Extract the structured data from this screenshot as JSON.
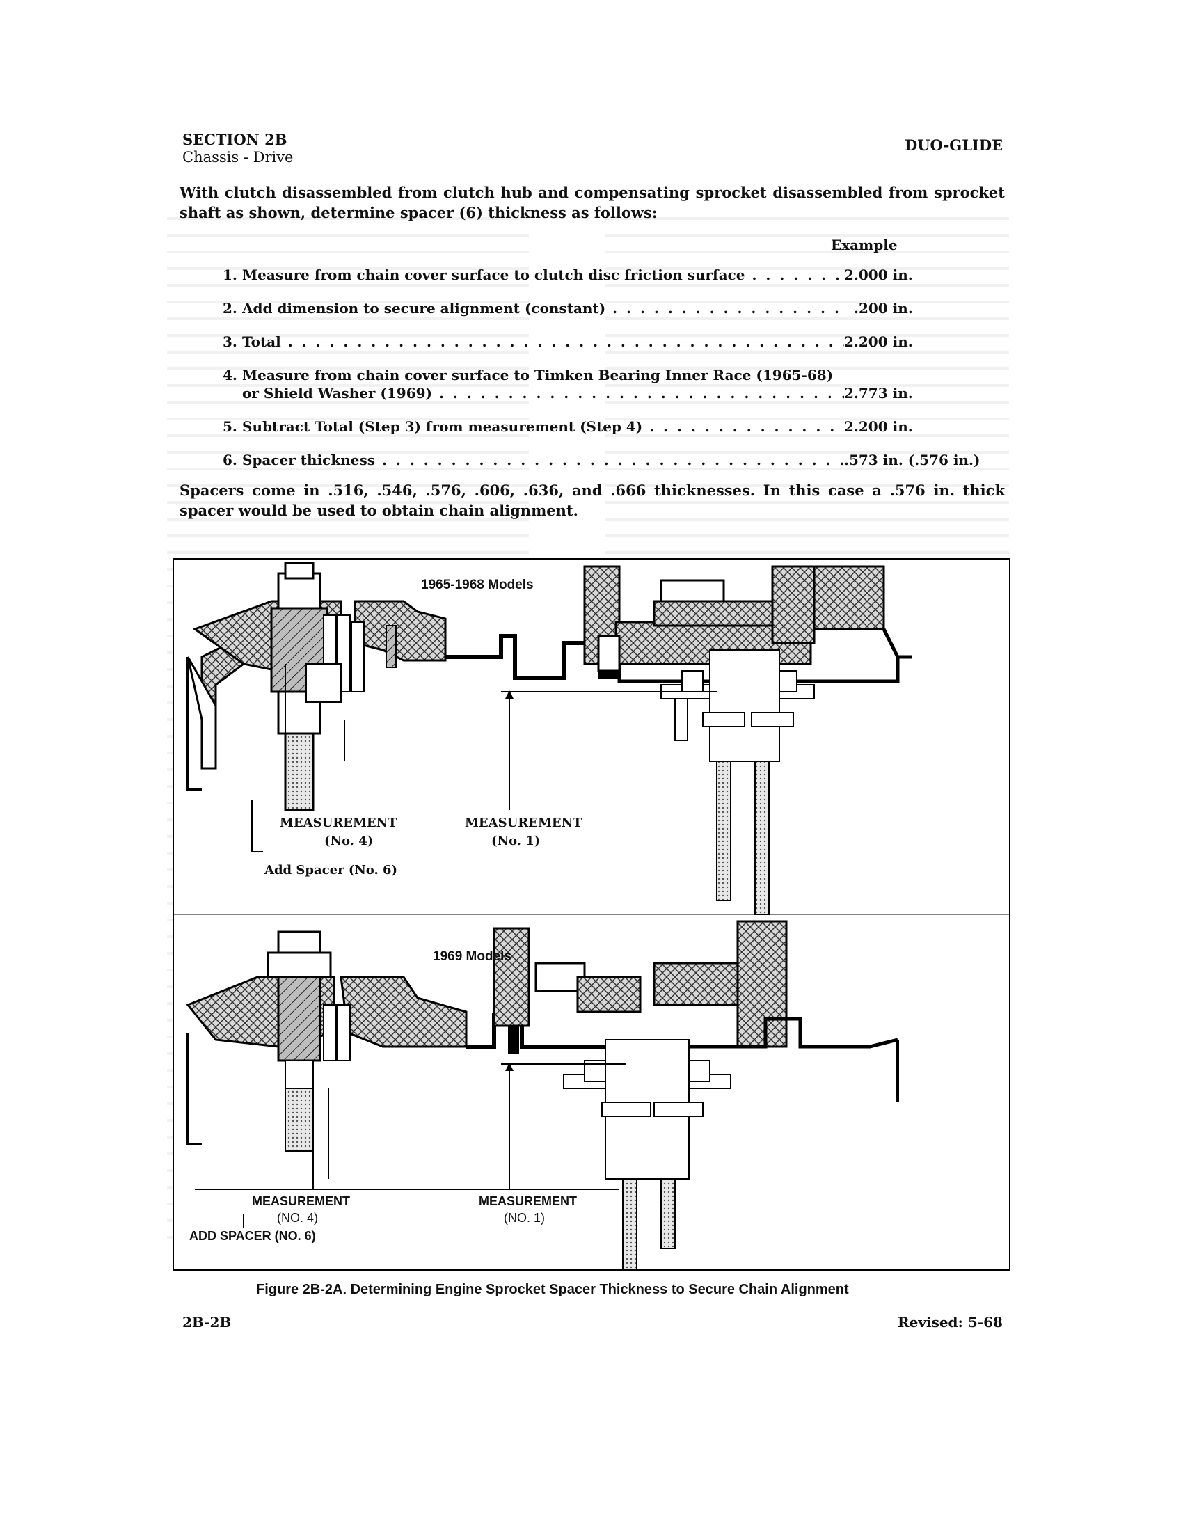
{
  "header": {
    "section": "SECTION 2B",
    "subsection": "Chassis - Drive",
    "model": "DUO-GLIDE"
  },
  "intro": "With clutch disassembled from clutch hub and compensating sprocket disassembled from sprocket shaft as shown, determine spacer (6) thickness as follows:",
  "example_label": "Example",
  "steps": [
    {
      "num": "1.",
      "line1": "Measure from chain cover surface to clutch disc friction surface",
      "line2": "",
      "value": "2.000 in."
    },
    {
      "num": "2.",
      "line1": "Add dimension to secure alignment (constant)",
      "line2": "",
      "value": ".200 in."
    },
    {
      "num": "3.",
      "line1": "Total",
      "line2": "",
      "value": "2.200 in."
    },
    {
      "num": "4.",
      "line1": "Measure from chain cover surface to Timken Bearing Inner Race (1965-68)",
      "line2": "or Shield Washer (1969)",
      "value": "2.773 in."
    },
    {
      "num": "5.",
      "line1": "Subtract Total (Step 3) from measurement (Step 4)",
      "line2": "",
      "value": "2.200 in."
    },
    {
      "num": "6.",
      "line1": "Spacer thickness",
      "line2": "",
      "value": ".573 in. (.576 in.)"
    }
  ],
  "spacers_note": "Spacers come in .516, .546, .576, .606, .636, and .666 thicknesses. In this case a .576 in. thick spacer would be used to obtain chain alignment.",
  "figure": {
    "top_title": "1965-1968 Models",
    "bottom_title": "1969 Models",
    "top_meas4": "MEASUREMENT",
    "top_meas4_no": "(No. 4)",
    "top_meas1": "MEASUREMENT",
    "top_meas1_no": "(No. 1)",
    "top_spacer": "Add Spacer (No. 6)",
    "bot_meas4": "MEASUREMENT",
    "bot_meas4_no": "(NO. 4)",
    "bot_meas1": "MEASUREMENT",
    "bot_meas1_no": "(NO. 1)",
    "bot_spacer": "ADD SPACER (NO. 6)"
  },
  "caption": "Figure 2B-2A. Determining Engine Sprocket Spacer Thickness to Secure Chain Alignment",
  "footer": {
    "page": "2B-2B",
    "revised": "Revised: 5-68"
  }
}
